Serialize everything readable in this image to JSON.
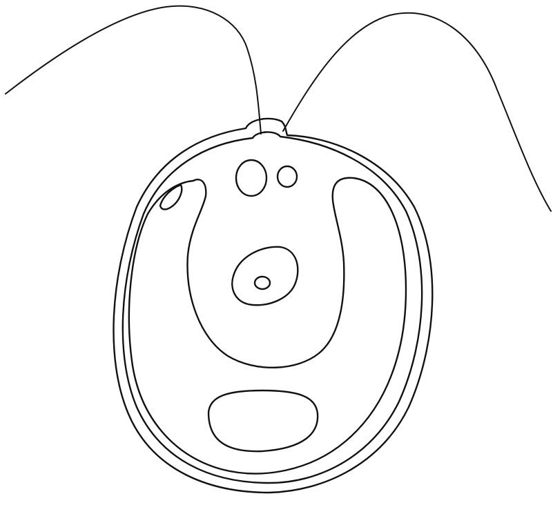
{
  "figure": {
    "subject": "chlamydomonas-cell",
    "style": "black ink stipple line drawing on white",
    "colors": {
      "background": "#ffffff",
      "ink": "#111111"
    },
    "parts": [
      "flagellum-left",
      "flagellum-right",
      "papilla",
      "cell-wall",
      "plasma-membrane",
      "chloroplast",
      "eyespot",
      "contractile-vacuole",
      "nucleus",
      "nucleolus",
      "pyrenoid"
    ]
  }
}
